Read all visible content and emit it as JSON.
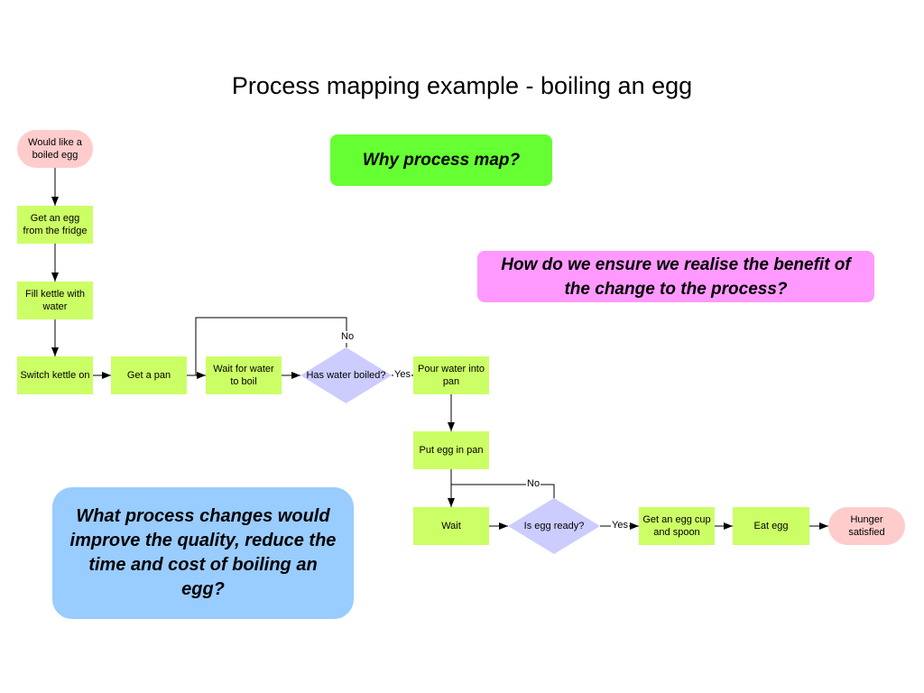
{
  "title": "Process mapping example - boiling an egg",
  "colors": {
    "process": "#ccff66",
    "terminal": "#ffcccc",
    "decision": "#ccccff",
    "callout_why": "#66ff33",
    "callout_benefit": "#ff99ff",
    "callout_changes": "#99ccff"
  },
  "nodes": {
    "would_like_egg": "Would like a boiled egg",
    "get_egg": "Get an egg from the fridge",
    "fill_kettle": "Fill kettle with water",
    "switch_kettle": "Switch kettle on",
    "get_pan": "Get a pan",
    "wait_water": "Wait for water to boil",
    "has_water_boiled": "Has water boiled?",
    "pour_water": "Pour water into pan",
    "put_egg": "Put egg in pan",
    "wait": "Wait",
    "is_egg_ready": "Is egg ready?",
    "get_cup": "Get an egg cup and spoon",
    "eat_egg": "Eat egg",
    "hunger_satisfied": "Hunger satisfied"
  },
  "edge_labels": {
    "water_no": "No",
    "water_yes": "Yes",
    "egg_no": "No",
    "egg_yes": "Yes"
  },
  "callouts": {
    "why": "Why process map?",
    "benefit": "How do we ensure we realise the benefit of the change to the process?",
    "changes": "What process changes would improve the quality, reduce the time and cost of boiling an egg?"
  }
}
